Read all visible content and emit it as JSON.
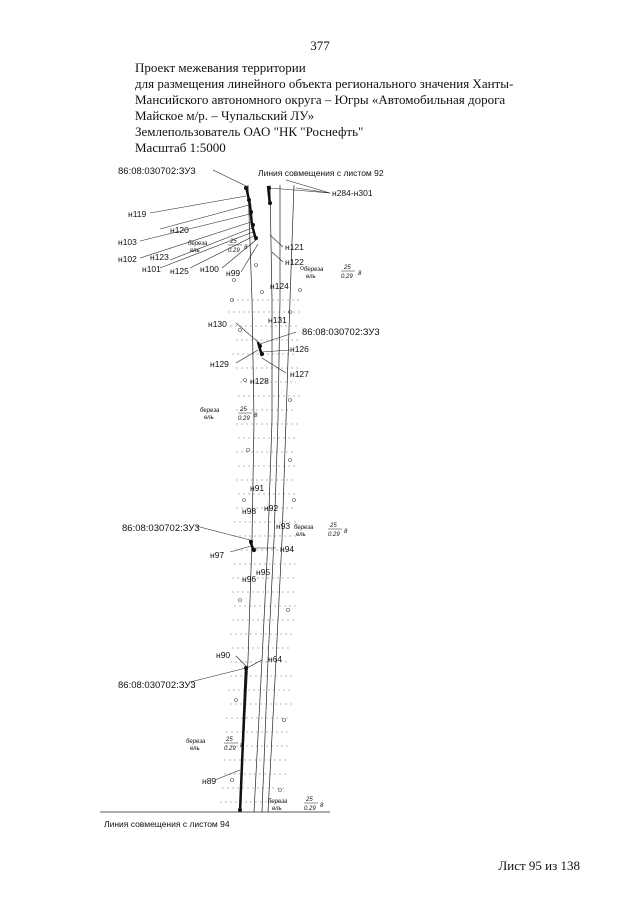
{
  "page": {
    "number": "377",
    "sheet": "Лист 95 из 138"
  },
  "title": {
    "lines": [
      "Проект межевания территории",
      "для размещения линейного объекта регионального значения Ханты-",
      "Мансийского автономного округа – Югры  «Автомобильная дорога",
      "Майское м/р. – Чупальский ЛУ»",
      "Землепользователь ОАО \"НК \"Роснефть\"",
      "Масштаб 1:5000"
    ]
  },
  "map": {
    "match_line_top": "Линия совмещения с листом 92",
    "match_line_bottom": "Линия совмещения с листом 94",
    "cadastral_label": "86:08:030702:ЗУ3",
    "vegetation": {
      "species_top": "береза",
      "species_bottom": "ель",
      "numerator": "25",
      "denominator": "0.29",
      "suffix": "8"
    },
    "points": [
      "н119",
      "н120",
      "н103",
      "н102",
      "н123",
      "н101",
      "н125",
      "н100",
      "н99",
      "н284-н301",
      "н121",
      "н122",
      "н124",
      "н130",
      "н131",
      "н126",
      "н129",
      "н127",
      "н128",
      "н91",
      "н98",
      "н92",
      "н93",
      "н97",
      "н94",
      "н95",
      "н96",
      "н90",
      "н64",
      "н89"
    ]
  }
}
